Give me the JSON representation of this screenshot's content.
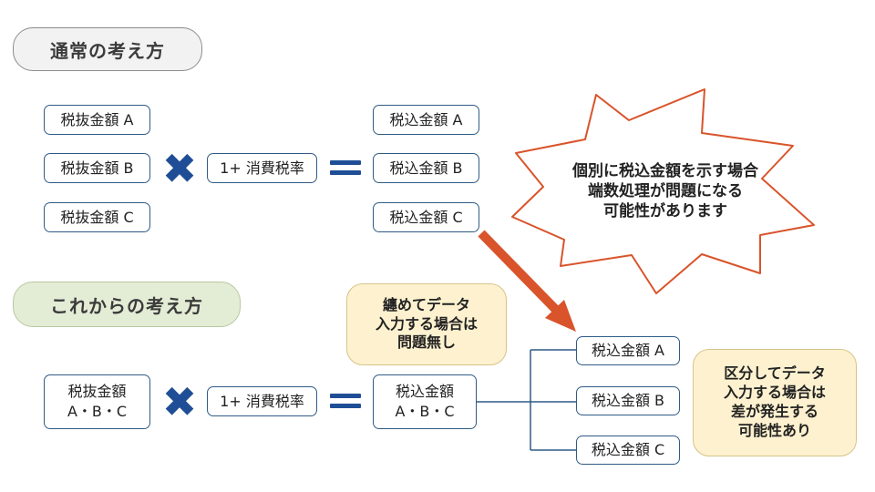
{
  "current": {
    "title": "通常の考え方",
    "tax_excl": [
      "税抜金額 A",
      "税抜金額 B",
      "税抜金額 C"
    ],
    "rate": "1+ 消費税率",
    "tax_incl": [
      "税込金額 A",
      "税込金額 B",
      "税込金額 C"
    ],
    "callout_lines": [
      "個別に税込金額を示す場合",
      "端数処理が問題になる",
      "可能性があります"
    ]
  },
  "future": {
    "title": "これからの考え方",
    "tax_excl_lines": [
      "税抜金額",
      "A・B・C"
    ],
    "rate": "1+ 消費税率",
    "tax_incl_lines": [
      "税込金額",
      "A・B・C"
    ],
    "note_lines": [
      "纏めてデータ",
      "入力する場合は",
      "問題無し"
    ],
    "branches": [
      "税込金額 A",
      "税込金額 B",
      "税込金額 C"
    ],
    "branch_note_lines": [
      "区分してデータ",
      "入力する場合は",
      "差が発生する",
      "可能性あり"
    ]
  },
  "colors": {
    "box_border": "#2f5b86",
    "operator": "#1f4e96",
    "arrow": "#d9542b",
    "note_bg": "#fdf1cf"
  }
}
